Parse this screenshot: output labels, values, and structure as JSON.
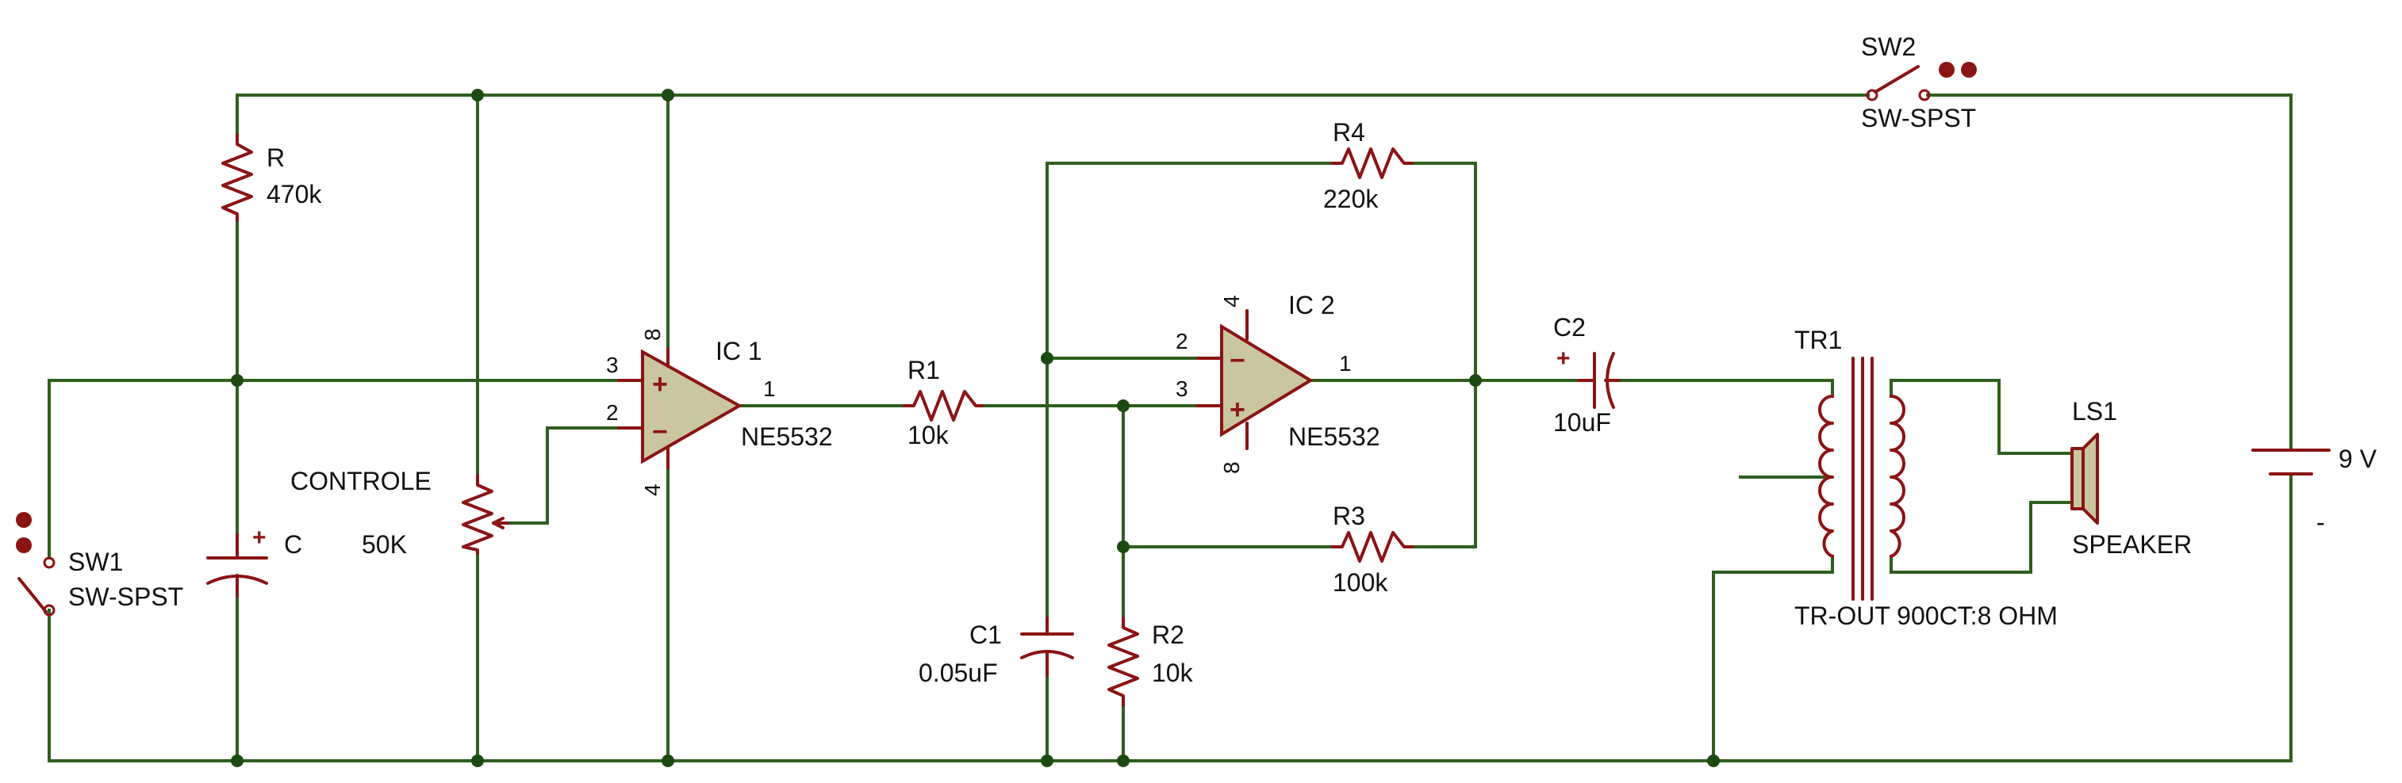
{
  "resistor_r": {
    "ref": "R",
    "value": "470k"
  },
  "capacitor_c": {
    "ref": "C"
  },
  "pot": {
    "ref": "CONTROLE",
    "value": "50K"
  },
  "sw1": {
    "ref": "SW1",
    "type": "SW-SPST"
  },
  "sw2": {
    "ref": "SW2",
    "type": "SW-SPST"
  },
  "ic1": {
    "ref": "IC 1",
    "part": "NE5532",
    "pins": {
      "plus": "3",
      "minus": "2",
      "out": "1",
      "vcc": "8",
      "gnd": "4"
    }
  },
  "ic2": {
    "ref": "IC 2",
    "part": "NE5532",
    "pins": {
      "plus": "3",
      "minus": "2",
      "out": "1",
      "top": "4",
      "bottom": "8"
    }
  },
  "r1": {
    "ref": "R1",
    "value": "10k"
  },
  "r2": {
    "ref": "R2",
    "value": "10k"
  },
  "r3": {
    "ref": "R3",
    "value": "100k"
  },
  "r4": {
    "ref": "R4",
    "value": "220k"
  },
  "c1": {
    "ref": "C1",
    "value": "0.05uF"
  },
  "c2": {
    "ref": "C2",
    "value": "10uF"
  },
  "tr1": {
    "ref": "TR1",
    "value": "TR-OUT 900CT:8 OHM"
  },
  "ls1": {
    "ref": "LS1",
    "value": "SPEAKER"
  },
  "battery": {
    "value": "9 V",
    "minus": "-"
  },
  "symbols": {
    "plus": "+",
    "minus": "−"
  },
  "colors": {
    "wire": "#2f5f1f",
    "component": "#8b1414",
    "opamp_fill": "#c9c6a0",
    "junction": "#1d4a12"
  }
}
